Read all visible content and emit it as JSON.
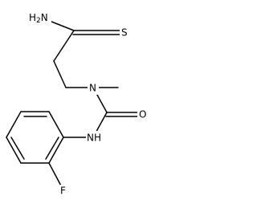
{
  "molecule": {
    "labels": {
      "amine": "H2N",
      "amine_main": "H",
      "amine_sub": "2",
      "amine_tail": "N",
      "sulfur": "S",
      "n_methyl": "N",
      "oxygen": "O",
      "nh": "NH",
      "fluorine": "F"
    },
    "colors": {
      "bond": "#000000",
      "text": "#000000",
      "background": "#ffffff"
    }
  }
}
